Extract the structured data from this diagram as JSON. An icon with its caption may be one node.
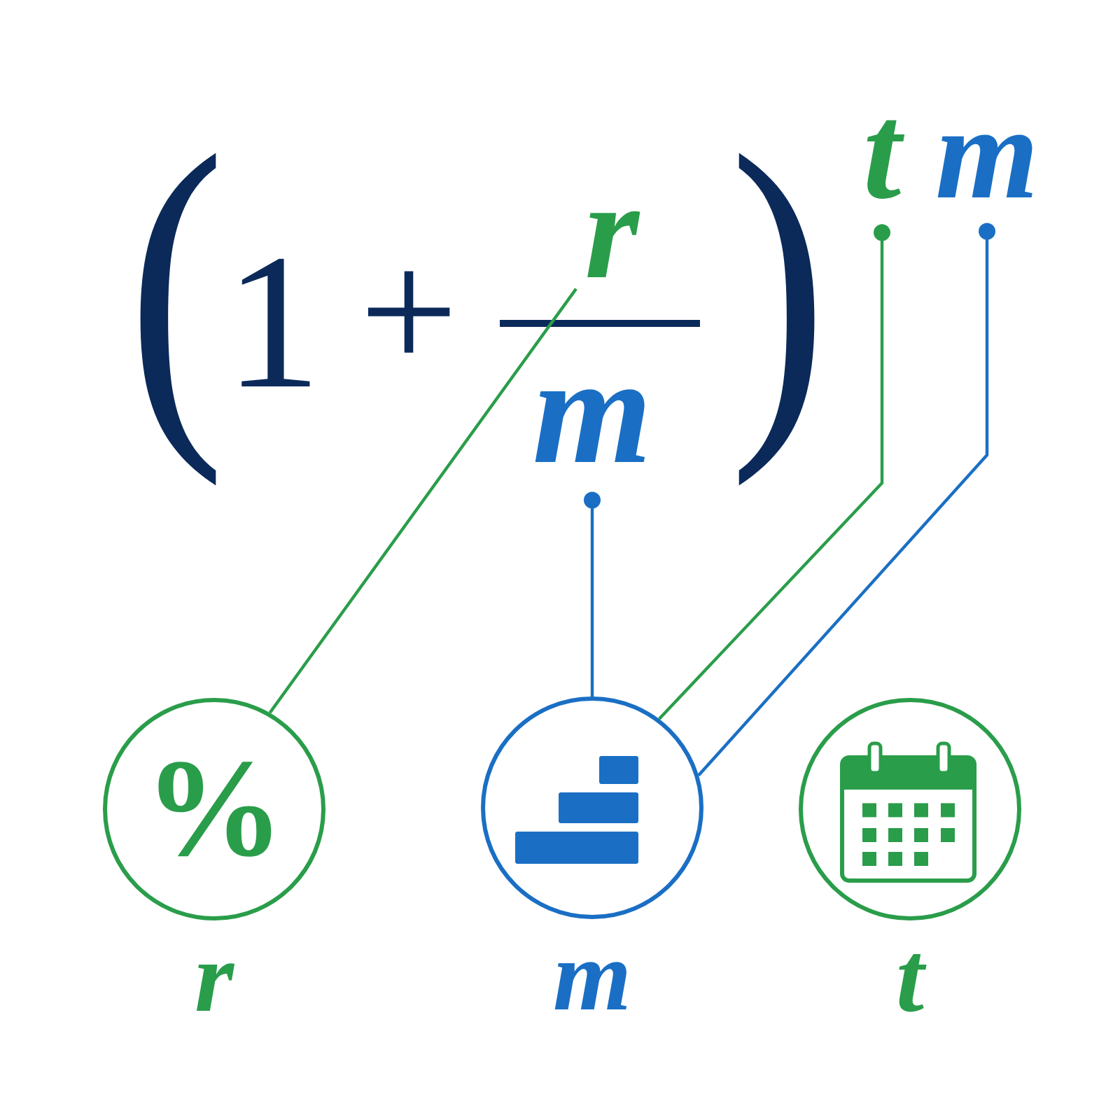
{
  "diagram": {
    "nodes": [
      {
        "text": [
          "r"
        ]
      },
      {
        "text": [
          "m"
        ]
      },
      {
        "text": [
          "t"
        ]
      },
      {
        "text": [
          "m"
        ]
      },
      {
        "text": [
          "%"
        ],
        "beside": [
          "r"
        ]
      },
      {
        "text": [],
        "shape": "circle",
        "beside": [
          "m"
        ]
      },
      {
        "text": [],
        "shape": "circle",
        "beside": [
          "t"
        ]
      }
    ],
    "edges": [
      {
        "from": 0,
        "to": 4,
        "arrow": "none",
        "color": "#2a9d4a"
      },
      {
        "from": 1,
        "to": 5,
        "arrow": "other",
        "color": "#1a6fc4"
      },
      {
        "from": 2,
        "to": 5,
        "arrow": "other",
        "color": "#2a9d4a"
      },
      {
        "from": 3,
        "to": 5,
        "arrow": "other",
        "color": "#1a6fc4"
      }
    ],
    "labels": [
      "(",
      "1",
      "+",
      ")"
    ]
  }
}
